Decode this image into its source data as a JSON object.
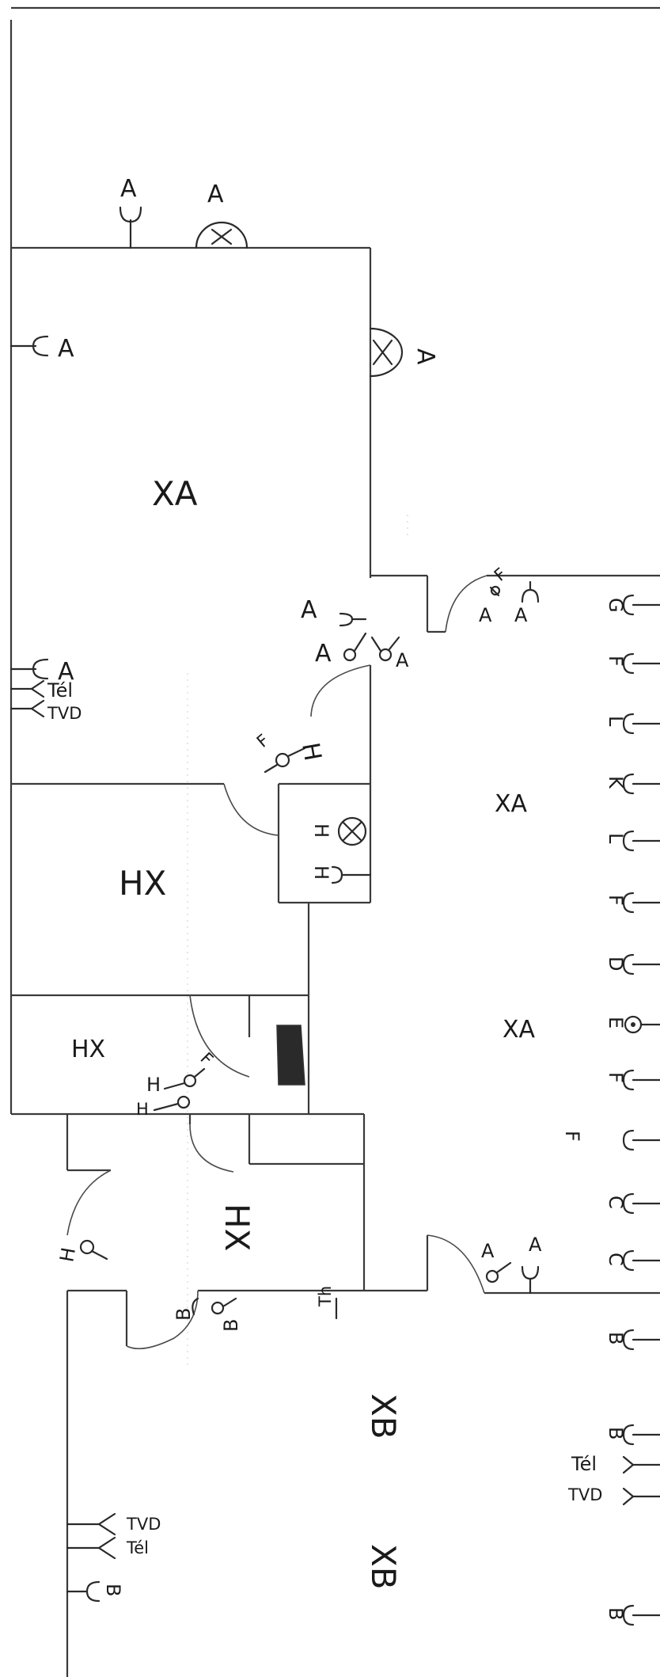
{
  "rooms": {
    "room1": "XA",
    "room2": "HX",
    "room3": "HX",
    "hall": "HX",
    "main1": "XA",
    "main2": "XA",
    "lower1": "XB",
    "lower2": "XB"
  },
  "labels": {
    "top_outlet_a": "A",
    "top_lamp_a": "A",
    "right_lamp_a": "A",
    "left_outlet_a": "A",
    "left_outlet_a2": "A",
    "left_tel": "Tél",
    "left_tvd": "TVD",
    "door_outlet_a": "A",
    "door_switch_a1": "A",
    "door_switch_a2": "A",
    "corner_a1": "A",
    "corner_a2": "A",
    "corner_f": "F",
    "sw_f": "F",
    "sw_h": "H",
    "bath_h1": "H",
    "bath_h2": "H",
    "hx_sw_h": "H",
    "hx_sw_f": "F",
    "hx_sw_h2": "H",
    "entry_h": "H",
    "lower_b1": "B",
    "lower_b2": "B",
    "bottom_door_a1": "A",
    "bottom_door_a2": "A",
    "th": "Th",
    "right_g": "G",
    "right_f": "F",
    "right_l": "L",
    "right_k": "K",
    "right_l2": "L",
    "right_f2": "F",
    "right_d": "D",
    "right_e": "E",
    "right_f3": "F",
    "right_f4": "F",
    "right_c": "C",
    "right_c2": "C",
    "right_b": "B",
    "right_b2": "B",
    "right_tel": "Tél",
    "right_tvd": "TVD",
    "right_b3": "B",
    "bl_tvd": "TVD",
    "bl_tel": "Tél",
    "bl_b": "B"
  }
}
